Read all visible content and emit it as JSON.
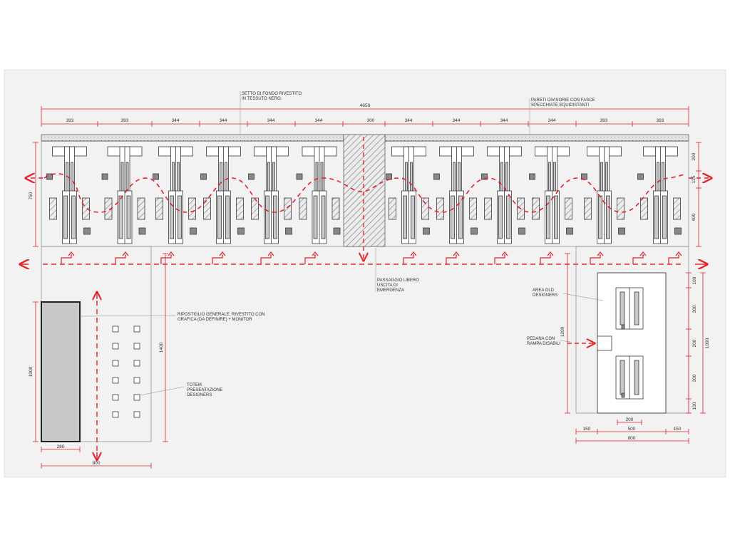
{
  "colors": {
    "sheet": "#f2f2f2",
    "line": "#3a3a3a",
    "thin": "#888888",
    "accent": "#e8202a",
    "fill": "#c8c8c8",
    "hatch": "#777777"
  },
  "notes": {
    "back_wall": [
      "SETTO DI FONDO RIVESTITO",
      "IN TESSUTO NERO."
    ],
    "partitions": [
      "PARETI DIVISORIE CON FASCE",
      "SPECCHIATE EQUIDISTANTI"
    ],
    "passage": [
      "PASSAGGIO LIBERO",
      "USCITA DI",
      "EMERGENZA"
    ],
    "storage": [
      "RIPOSTIGLIO GENERALE, RIVESTITO CON",
      "GRAFICA (DA DEFINIRE) + MONITOR"
    ],
    "totem": [
      "TOTEM",
      "PRESENTAZIONE",
      "DESIGNERS"
    ],
    "old_designers": [
      "AREA OLD",
      "DESIGNERS"
    ],
    "platform": [
      "PEDANA CON",
      "RAMPA DISABILI"
    ]
  },
  "dimensions": {
    "total_width": "4650",
    "top_segments": [
      "393",
      "393",
      "344",
      "344",
      "344",
      "344",
      "300",
      "344",
      "344",
      "344",
      "344",
      "393",
      "393"
    ],
    "left_depth": "750",
    "right_depth": [
      "200",
      "125",
      "400"
    ],
    "storage_depth": "1000",
    "storage_width": "280",
    "left_block_width": "800",
    "left_block_height": "1400",
    "right_block_height": "1200",
    "right_stack": [
      "100",
      "300",
      "200",
      "300",
      "100"
    ],
    "right_total": "1000",
    "platform_width": "200",
    "bottom_segments": [
      "150",
      "500",
      "150"
    ],
    "bottom_total": "800"
  }
}
